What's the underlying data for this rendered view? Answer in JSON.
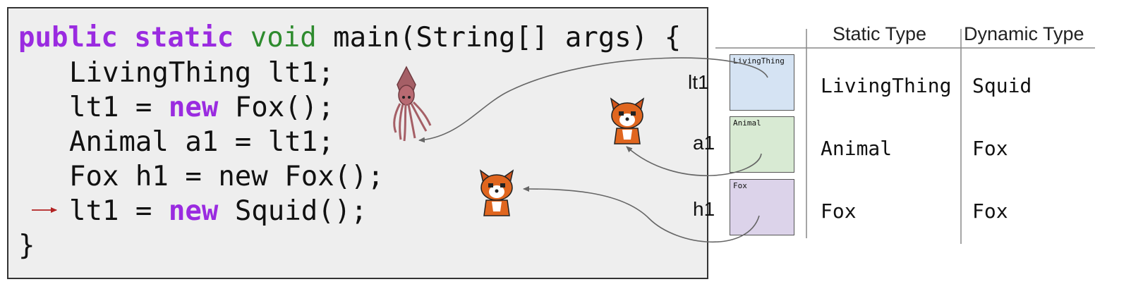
{
  "code": {
    "line1": {
      "kw1": "public",
      "kw2": "static",
      "kw3": "void",
      "rest": " main(String[] args) {"
    },
    "line2": {
      "text": "LivingThing lt1;"
    },
    "line3": {
      "pre": "lt1 = ",
      "kw": "new",
      "post": " Fox();"
    },
    "line4": {
      "text": "Animal a1 = lt1;"
    },
    "line5": {
      "text": "Fox h1 = new Fox();"
    },
    "line6": {
      "pre": "lt1 = ",
      "kw": "new",
      "post": " Squid();"
    },
    "line7": {
      "text": "}"
    }
  },
  "table": {
    "header_static": "Static Type",
    "header_dynamic": "Dynamic Type",
    "rows": [
      {
        "var": "lt1",
        "box_label": "LivingThing",
        "static": "LivingThing",
        "dynamic": "Squid"
      },
      {
        "var": "a1",
        "box_label": "Animal",
        "static": "Animal",
        "dynamic": "Fox"
      },
      {
        "var": "h1",
        "box_label": "Fox",
        "static": "Fox",
        "dynamic": "Fox"
      }
    ]
  },
  "colors": {
    "keyword_purple": "#9a2be0",
    "keyword_green": "#2e8b2e",
    "box_lt1": "#d5e3f3",
    "box_a1": "#d8ead3",
    "box_h1": "#dcd3ea",
    "current_line_arrow": "#b22222",
    "pointer_arrow": "#666666"
  },
  "icons": [
    "squid-icon",
    "fox-icon",
    "fox-icon",
    "current-line-arrow-icon"
  ]
}
